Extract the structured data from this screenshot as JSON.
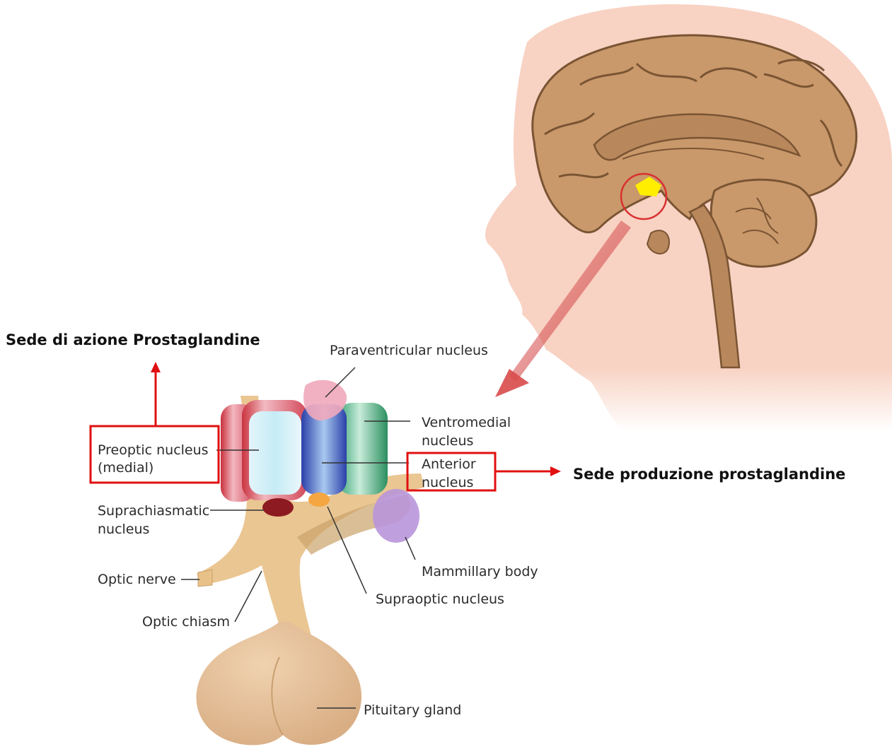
{
  "annotations": {
    "action_site": "Sede di azione Prostaglandine",
    "production_site": "Sede produzione prostaglandine"
  },
  "labels": {
    "paraventricular": "Paraventricular nucleus",
    "ventromedial_1": "Ventromedial",
    "ventromedial_2": "nucleus",
    "preoptic_1": "Preoptic nucleus",
    "preoptic_2": "(medial)",
    "anterior_1": "Anterior",
    "anterior_2": "nucleus",
    "suprachiasmatic_1": "Suprachiasmatic",
    "suprachiasmatic_2": "nucleus",
    "mammillary": "Mammillary body",
    "optic_nerve": "Optic nerve",
    "supraoptic": "Supraoptic nucleus",
    "optic_chiasm": "Optic chiasm",
    "pituitary": "Pituitary gland"
  },
  "colors": {
    "highlight_red": "#e01010",
    "skin": "#f8d2c3",
    "brain": "#c9996b",
    "hypothalamus_highlight": "#ffee00",
    "tissue": "#e8c189"
  }
}
